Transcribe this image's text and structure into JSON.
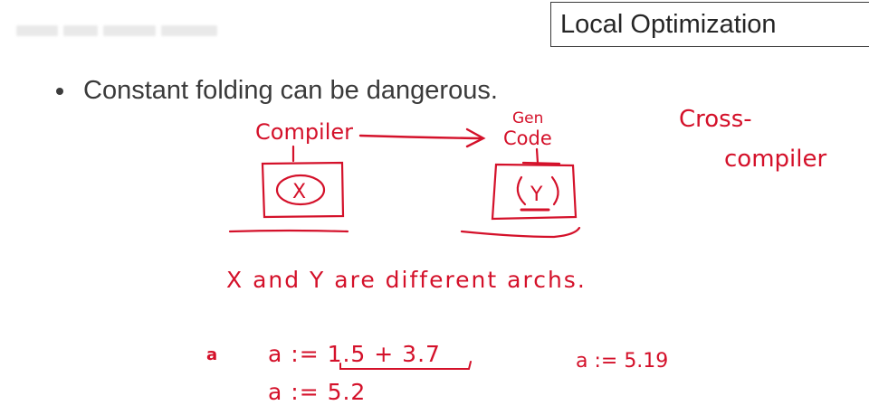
{
  "slide": {
    "title": "Local Optimization",
    "bullet": "Constant folding can be dangerous."
  },
  "annotations": {
    "compiler_label": "Compiler",
    "gen_label": "Gen",
    "code_label": "Code",
    "x_machine_label": "X",
    "y_machine_label": "Y",
    "cross_label": "Cross-",
    "compiler2_label": "compiler",
    "archs_note": "X and Y are different archs.",
    "a_marker": "a",
    "expr_line": "a := 1.5 + 3.7",
    "result_line": "a :=  5.2",
    "alt_line": "a := 5.19"
  },
  "colors": {
    "ink": "#d4112a",
    "text": "#3a3a3a",
    "title_border": "#3a3a3a"
  }
}
